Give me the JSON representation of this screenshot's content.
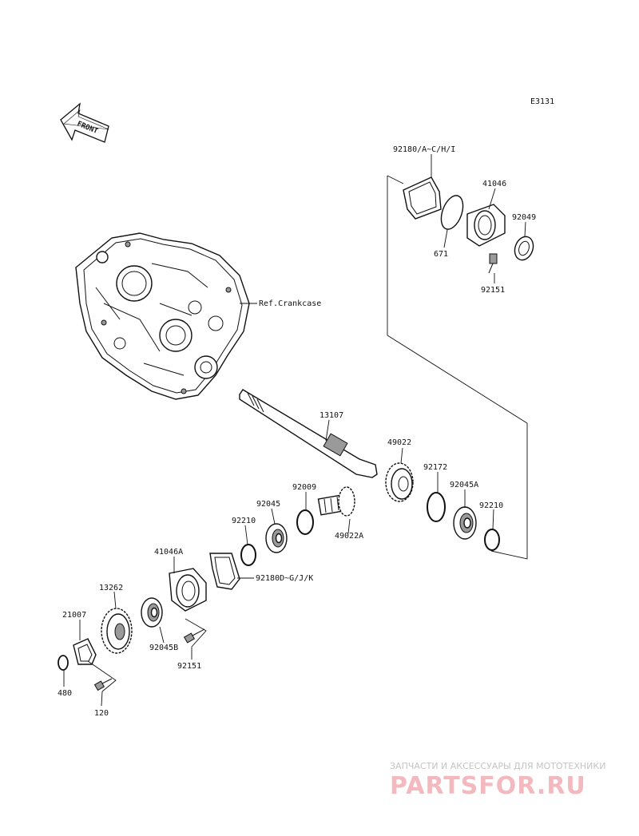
{
  "diagram_code": "E3131",
  "front_label": "FRONT",
  "ref_label": "Ref.Crankcase",
  "parts": {
    "p92180AC": "92180/A~C/H/I",
    "p41046": "41046",
    "p92049": "92049",
    "p671": "671",
    "p92151_top": "92151",
    "p13107": "13107",
    "p49022": "49022",
    "p92172": "92172",
    "p92045A": "92045A",
    "p92210_right": "92210",
    "p92009": "92009",
    "p92045": "92045",
    "p92210_left": "92210",
    "p49022A": "49022A",
    "p41046A": "41046A",
    "p92180DG": "92180D~G/J/K",
    "p13262": "13262",
    "p21007": "21007",
    "p92045B": "92045B",
    "p92151_bottom": "92151",
    "p480": "480",
    "p120": "120"
  },
  "watermark": {
    "line1": "ЗАПЧАСТИ И АКСЕССУАРЫ ДЛЯ МОТОТЕХНИКИ",
    "line2": "PARTSFOR.RU"
  }
}
